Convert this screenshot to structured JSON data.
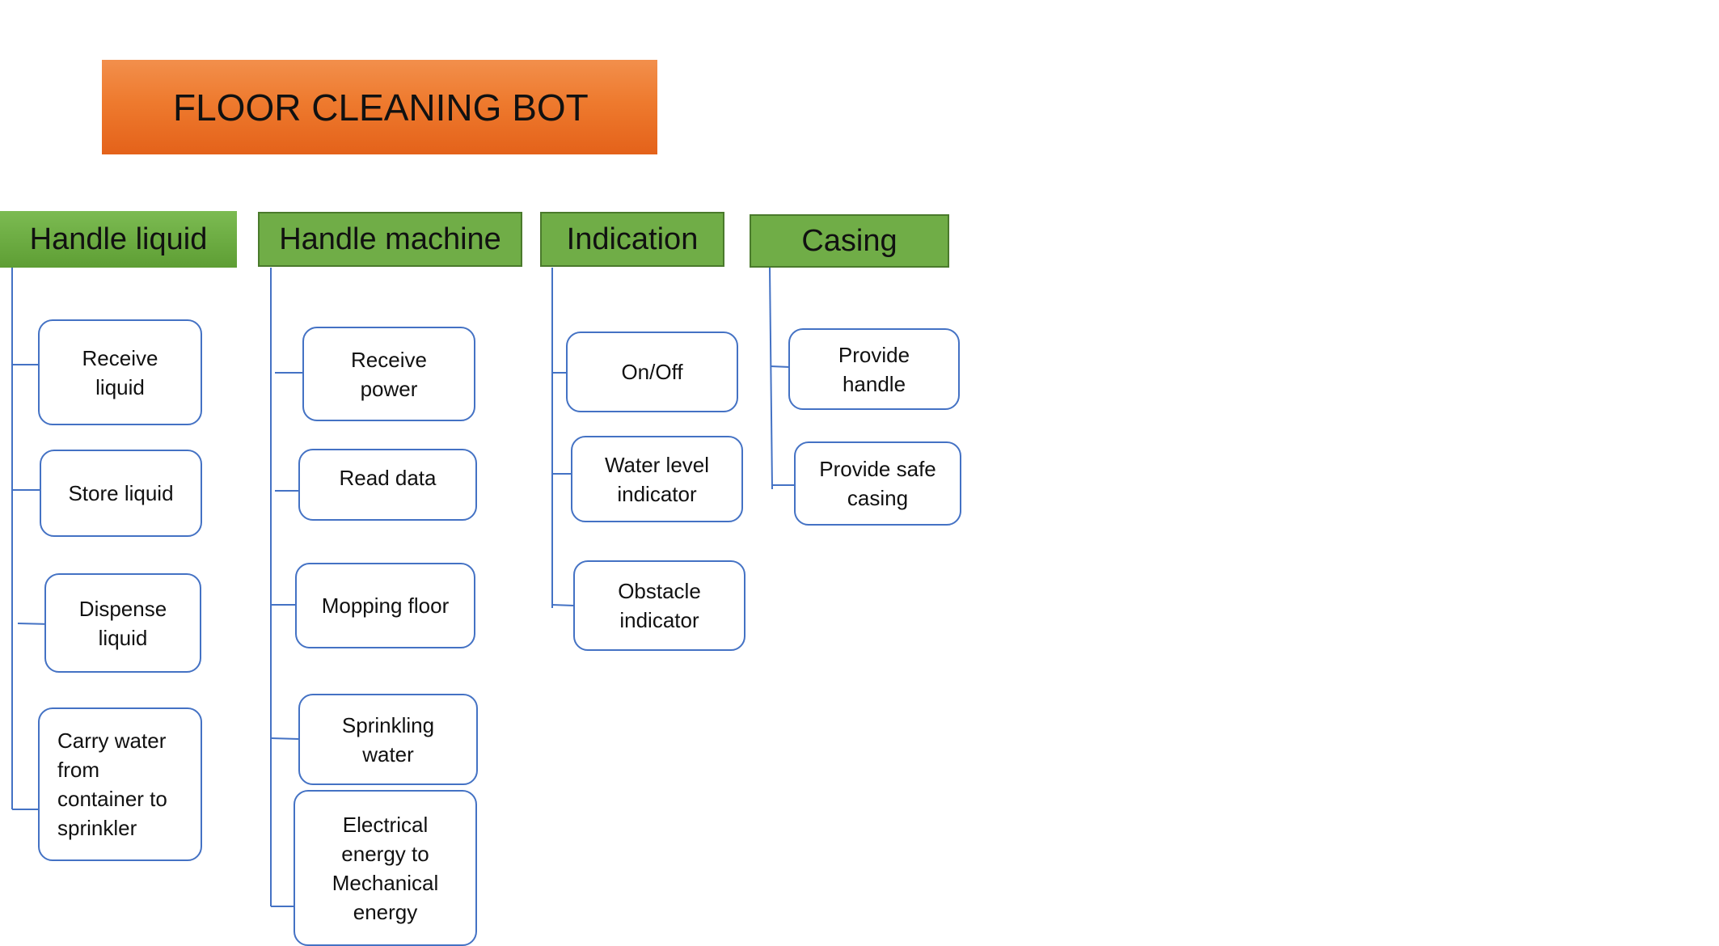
{
  "title": "FLOOR CLEANING BOT",
  "colors": {
    "title_fill": "#ee7a2e",
    "category_fill": "#70ad47",
    "connector": "#4472c4",
    "node_border": "#4472c4"
  },
  "categories": [
    {
      "label": "Handle liquid",
      "items": [
        "Receive\nliquid",
        "Store liquid",
        "Dispense\nliquid",
        "Carry water\nfrom\ncontainer to\nsprinkler"
      ]
    },
    {
      "label": "Handle machine",
      "items": [
        "Receive\npower",
        "Read data",
        "Mopping floor",
        "Sprinkling\nwater",
        "Electrical\nenergy to\nMechanical\nenergy"
      ]
    },
    {
      "label": "Indication",
      "items": [
        "On/Off",
        "Water level\nindicator",
        "Obstacle\nindicator"
      ]
    },
    {
      "label": "Casing",
      "items": [
        "Provide\nhandle",
        "Provide safe\ncasing"
      ]
    }
  ]
}
